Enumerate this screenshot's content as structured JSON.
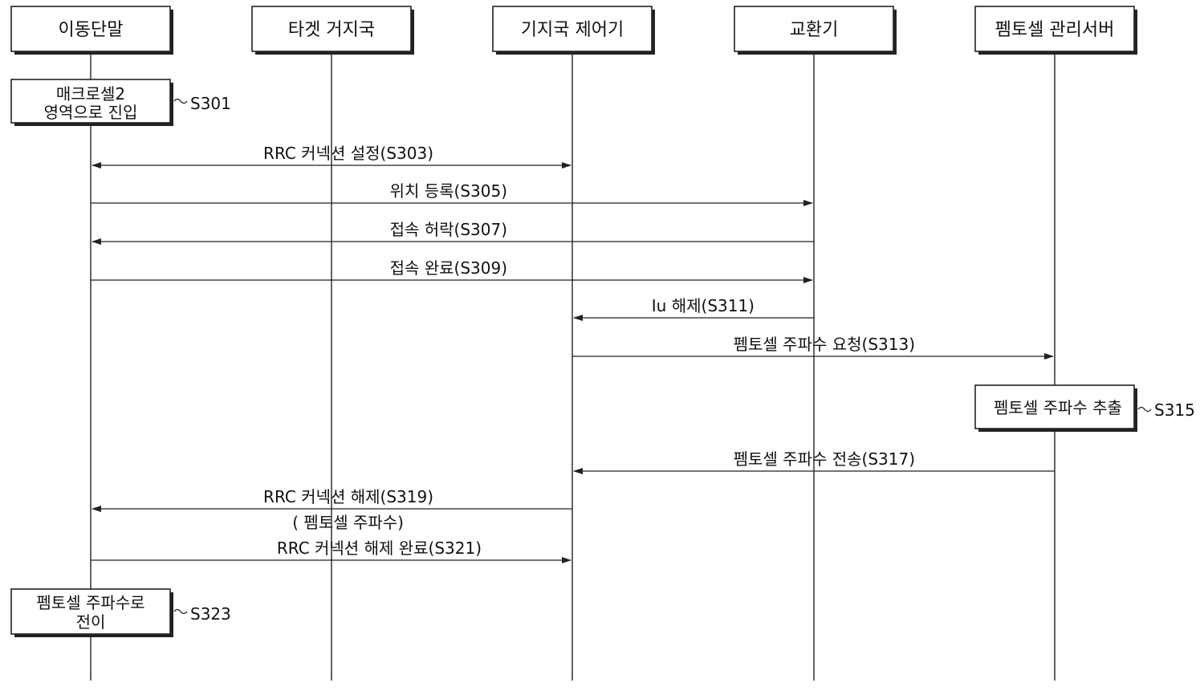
{
  "participants": [
    {
      "label": "이동단말"
    },
    {
      "label": "타겟 거지국"
    },
    {
      "label": "기지국 제어기"
    },
    {
      "label": "교환기"
    },
    {
      "label": "펨토셀 관리서버"
    }
  ],
  "steps": [
    {
      "lines": [
        "매크로셀2",
        "영역으로 진입"
      ],
      "tag": "S301"
    },
    {
      "lines": [
        "펨토셀 주파수 추출"
      ],
      "tag": "S315"
    },
    {
      "lines": [
        "펨토셀 주파수로",
        "전이"
      ],
      "tag": "S323"
    }
  ],
  "messages": [
    {
      "label": "RRC 커넥션 설정(S303)"
    },
    {
      "label": "위치 등록(S305)"
    },
    {
      "label": "접속 허락(S307)"
    },
    {
      "label": "접속 완료(S309)"
    },
    {
      "label": "Iu 해제(S311)"
    },
    {
      "label": "펨토셀 주파수 요청(S313)"
    },
    {
      "label": "펨토셀 주파수 전송(S317)"
    },
    {
      "label": "RRC 커넥션 해제(S319)",
      "sub": "( 펨토셀 주파수)"
    },
    {
      "label": "RRC 커넥션 해제 완료(S321)"
    }
  ]
}
